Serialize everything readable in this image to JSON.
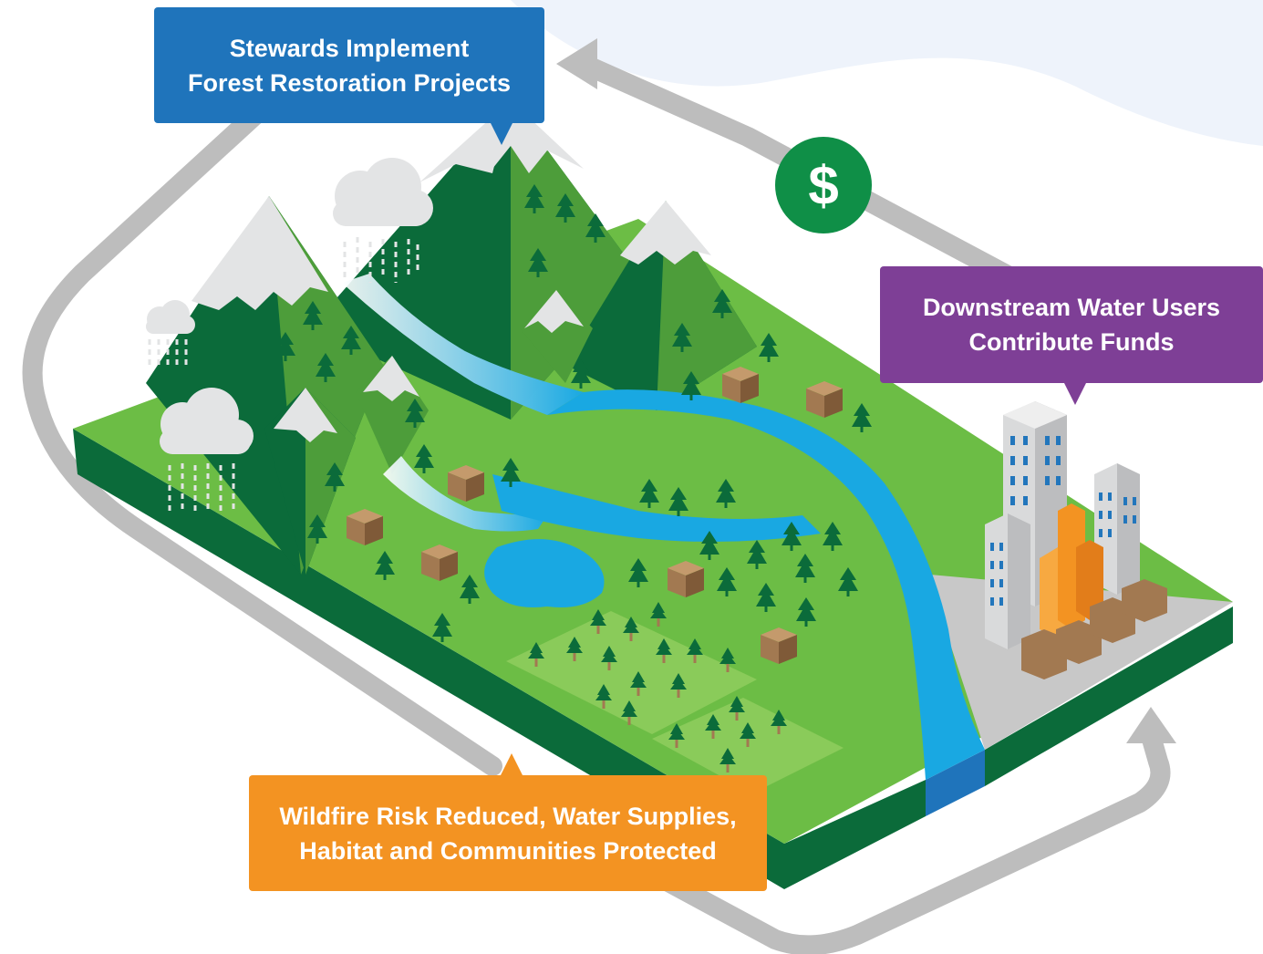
{
  "callouts": {
    "stewards": {
      "line1": "Stewards Implement",
      "line2": "Forest Restoration Projects",
      "color": "#1f74bb"
    },
    "users": {
      "line1": "Downstream Water Users",
      "line2": "Contribute Funds",
      "color": "#7e3f96"
    },
    "benefits": {
      "line1": "Wildfire Risk Reduced, Water Supplies,",
      "line2": "Habitat and Communities Protected",
      "color": "#f39322"
    }
  },
  "dollar_badge": {
    "symbol": "$",
    "color": "#0f8f47"
  },
  "cycle_arrow": {
    "color": "#bdbdbd",
    "icon": "cycle-arrow"
  },
  "landscape": {
    "colors": {
      "grass": "#6cbd45",
      "forest": "#0b6b3a",
      "mountain_light": "#4d9d3a",
      "snow": "#e3e4e5",
      "river": "#19a8e2",
      "city_ground": "#c8c8c8",
      "building": "#d9dadb",
      "window": "#2276bc",
      "orange_building": "#f39322",
      "house": "#a27951"
    }
  }
}
